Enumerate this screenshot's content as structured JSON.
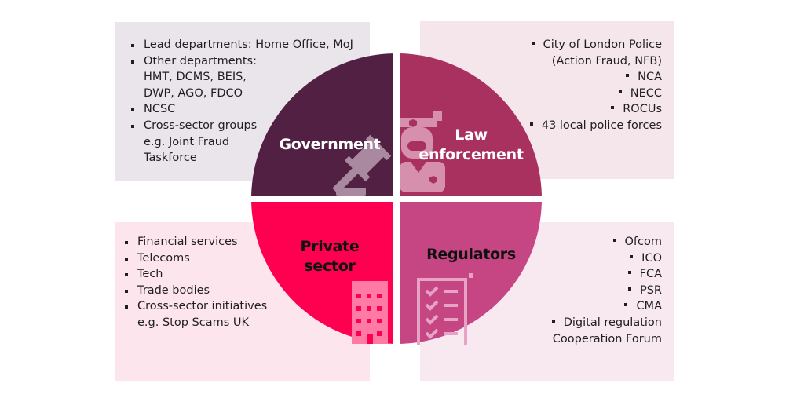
{
  "diagram": {
    "type": "quadrant-circle",
    "quadrants": [
      {
        "id": "government",
        "label": "Government",
        "color": "#512043",
        "icon": "gavel-icon",
        "items": [
          "Lead departments: Home Office, MoJ",
          "Other departments: HMT, DCMS, BEIS, DWP, AGO, FDCO",
          "NCSC",
          "Cross-sector groups e.g. Joint Fraud Taskforce"
        ]
      },
      {
        "id": "law-enforcement",
        "label": "Law enforcement",
        "color": "#a93160",
        "icon": "police-officer-icon",
        "items": [
          "City of London Police (Action Fraud, NFB)",
          "NCA",
          "NECC",
          "ROCUs",
          "43 local police forces"
        ]
      },
      {
        "id": "private-sector",
        "label": "Private sector",
        "color": "#ff0050",
        "icon": "office-building-icon",
        "items": [
          "Financial services",
          "Telecoms",
          "Tech",
          "Trade bodies",
          "Cross-sector initiatives e.g. Stop Scams UK"
        ]
      },
      {
        "id": "regulators",
        "label": "Regulators",
        "color": "#c64583",
        "icon": "checklist-icon",
        "items": [
          "Ofcom",
          "ICO",
          "FCA",
          "PSR",
          "CMA",
          "Digital regulation Cooperation Forum"
        ]
      }
    ]
  },
  "gov": {
    "label_line1": "Government",
    "lines": [
      "Lead departments: Home Office, MoJ",
      "Other departments:",
      "HMT, DCMS, BEIS,",
      "DWP, AGO, FDCO",
      "NCSC",
      "Cross-sector groups",
      "e.g. Joint Fraud",
      "Taskforce"
    ]
  },
  "law": {
    "label_line1": "Law",
    "label_line2": "enforcement",
    "lines": [
      "City of London Police",
      "(Action Fraud, NFB)",
      "NCA",
      "NECC",
      "ROCUs",
      "43 local police forces"
    ]
  },
  "priv": {
    "label_line1": "Private",
    "label_line2": "sector",
    "lines": [
      "Financial services",
      "Telecoms",
      "Tech",
      "Trade bodies",
      "Cross-sector initiatives",
      "e.g. Stop Scams UK"
    ]
  },
  "reg": {
    "label_line1": "Regulators",
    "lines": [
      "Ofcom",
      "ICO",
      "FCA",
      "PSR",
      "CMA",
      "Digital regulation",
      "Cooperation Forum"
    ]
  }
}
